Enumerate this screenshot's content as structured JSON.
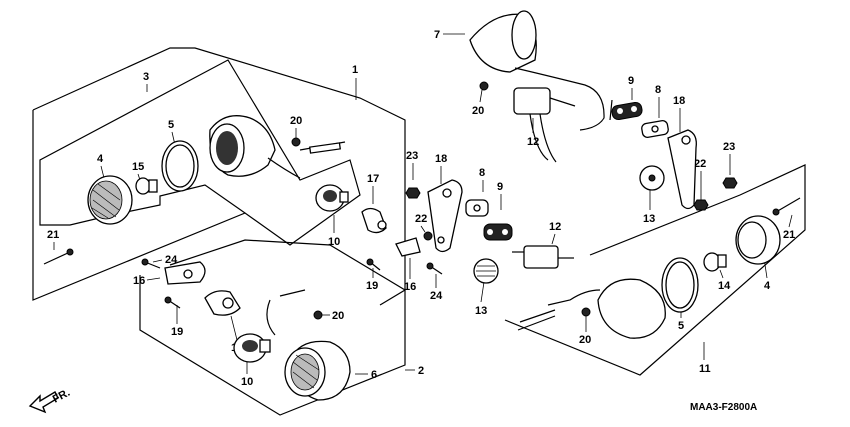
{
  "diagram_code": "MAA3-F2800A",
  "direction": "FR.",
  "callouts": {
    "c1": "1",
    "c2": "2",
    "c3": "3",
    "c4a": "4",
    "c4b": "4",
    "c5a": "5",
    "c5b": "5",
    "c6": "6",
    "c7": "7",
    "c8a": "8",
    "c8b": "8",
    "c9a": "9",
    "c9b": "9",
    "c10a": "10",
    "c10b": "10",
    "c11": "11",
    "c12a": "12",
    "c12b": "12",
    "c13a": "13",
    "c13b": "13",
    "c14": "14",
    "c15": "15",
    "c16a": "16",
    "c16b": "16",
    "c17a": "17",
    "c17b": "17",
    "c18a": "18",
    "c18b": "18",
    "c19a": "19",
    "c19b": "19",
    "c20a": "20",
    "c20b": "20",
    "c20c": "20",
    "c20d": "20",
    "c21a": "21",
    "c21b": "21",
    "c22a": "22",
    "c22b": "22",
    "c23a": "23",
    "c23b": "23",
    "c24a": "24",
    "c24b": "24"
  },
  "icons": {
    "arrow": "front-direction-arrow-icon"
  }
}
